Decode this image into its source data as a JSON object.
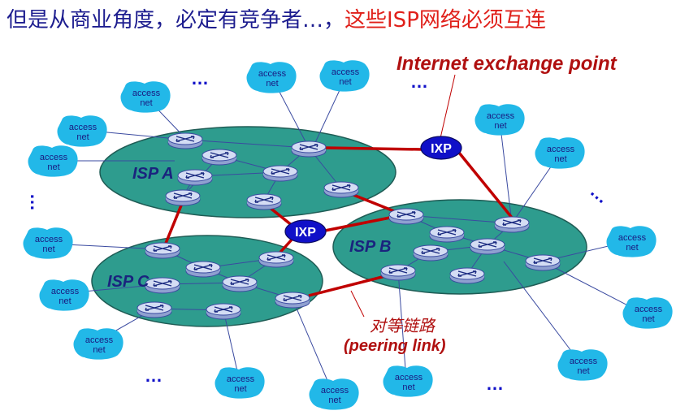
{
  "title": {
    "part1": "但是从商业角度，必定有竞争者…，",
    "part2": "这些ISP网络必须互连"
  },
  "labels": {
    "ixp_caption": "Internet exchange point",
    "peering_cn": "对等链路",
    "peering_en": "(peering link)",
    "ixp": "IXP",
    "dots": "…"
  },
  "isps": [
    {
      "name": "ISP A"
    },
    {
      "name": "ISP B"
    },
    {
      "name": "ISP C"
    }
  ],
  "access_net": {
    "line1": "access",
    "line2": "net"
  },
  "colors": {
    "title_blue": "#1d1d8f",
    "title_red": "#e0201a",
    "caption_red": "#b01010",
    "isp_fill": "#2e9c8e",
    "isp_label": "#1a237e",
    "link_red": "#c00000",
    "ixp_fill": "#1010c8",
    "access_fill": "#22b8e8",
    "access_text": "#1a1a80",
    "thin_line": "#3a4aa0",
    "router_fill": "#c8d4f0"
  },
  "icons": [
    "router-icon",
    "access-net-cloud-icon",
    "ixp-node-icon",
    "ellipsis-icon"
  ]
}
